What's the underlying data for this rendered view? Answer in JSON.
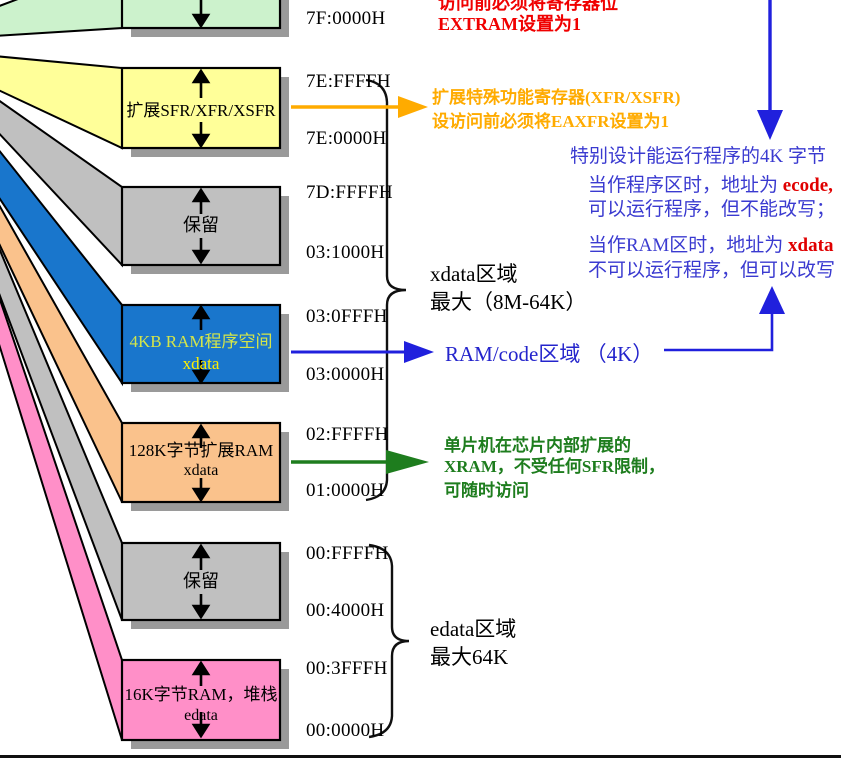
{
  "colors": {
    "green_block": "#ccf2cc",
    "yellow_block": "#ffff99",
    "gray_block": "#c0c0c0",
    "blue_block": "#1976cc",
    "orange_block": "#fac28c",
    "pink_block": "#ff8fc8",
    "shadow": "#9a9a9a",
    "arrow_blue": "#2020dd",
    "arrow_orange": "#ffab00",
    "arrow_green": "#1e7d1e",
    "note_red": "#f00000",
    "program_text_blue": "#3a3ad0"
  },
  "addresses": [
    "7F:0000H",
    "7E:FFFFH",
    "7E:0000H",
    "7D:FFFFH",
    "03:1000H",
    "03:0FFFH",
    "03:0000H",
    "02:FFFFH",
    "01:0000H",
    "00:FFFFH",
    "00:4000H",
    "00:3FFFH",
    "00:0000H"
  ],
  "blocks": {
    "xsfr": {
      "label": "扩展SFR/XFR/XSFR"
    },
    "reserved1": {
      "label": "保留"
    },
    "ram4k": {
      "label": "4KB RAM程序空间",
      "sublabel": "xdata"
    },
    "xram128k": {
      "label": "128K字节扩展RAM",
      "sublabel": "xdata"
    },
    "reserved2": {
      "label": "保留"
    },
    "ram16k": {
      "label": "16K字节RAM，堆栈",
      "sublabel": "edata"
    }
  },
  "notes": {
    "extram": {
      "line1": "访问前必须将寄存器位",
      "line2": "EXTRAM设置为1"
    },
    "xfr": {
      "line1": "扩展特殊功能寄存器(XFR/XSFR)",
      "line2": "设访问前必须将EAXFR设置为1"
    },
    "xram": {
      "line1": "单片机在芯片内部扩展的",
      "line2": "XRAM，不受任何SFR限制，",
      "line3": "可随时访问"
    },
    "program": {
      "line1": "特别设计能运行程序的4K 字节",
      "line2_pre": "当作程序区时，地址为 ",
      "line2_em": "ecode,",
      "line3": "可以运行程序，但不能改写；",
      "line4_pre": "当作RAM区时，地址为 ",
      "line4_em": "xdata",
      "line5": "不可以运行程序，但可以改写"
    }
  },
  "regions": {
    "xdata": {
      "line1": "xdata区域",
      "line2": "最大（8M-64K）"
    },
    "edata": {
      "line1": "edata区域",
      "line2": "最大64K"
    },
    "ram_code": "RAM/code区域 （4K）"
  }
}
